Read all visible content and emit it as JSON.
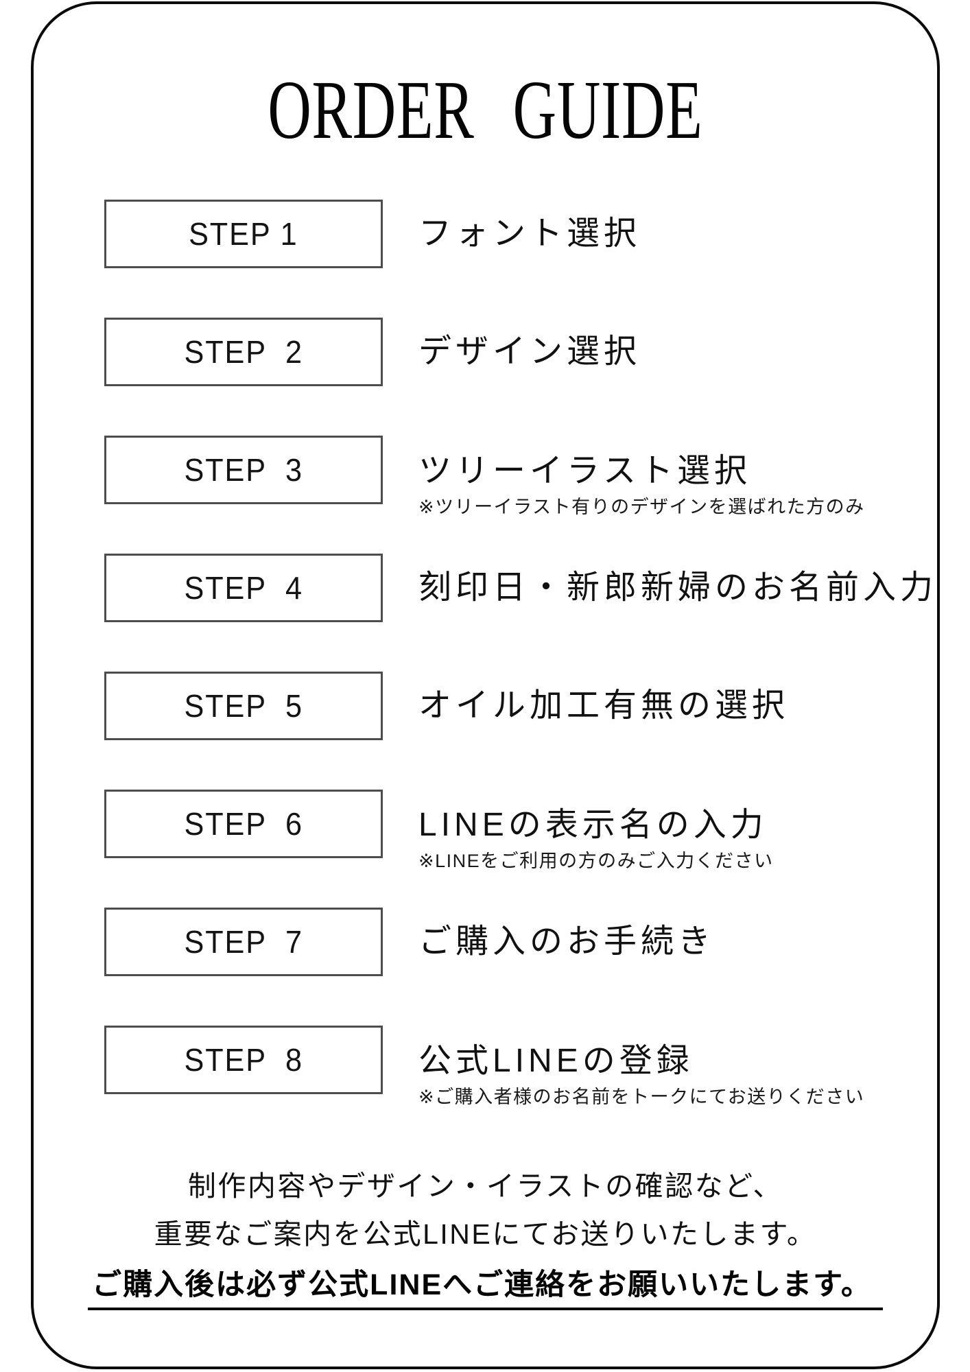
{
  "title": "ORDER GUIDE",
  "steps": [
    {
      "label": "STEP 1",
      "text": "フォント選択"
    },
    {
      "label": "STEP  2",
      "text": "デザイン選択"
    },
    {
      "label": "STEP  3",
      "text": "ツリーイラスト選択",
      "note": "※ツリーイラスト有りのデザインを選ばれた方のみ"
    },
    {
      "label": "STEP  4",
      "text": "刻印日・新郎新婦のお名前入力"
    },
    {
      "label": "STEP  5",
      "text": "オイル加工有無の選択"
    },
    {
      "label": "STEP  6",
      "text": "LINEの表示名の入力",
      "note": "※LINEをご利用の方のみご入力ください"
    },
    {
      "label": "STEP  7",
      "text": "ご購入のお手続き"
    },
    {
      "label": "STEP  8",
      "text": "公式LINEの登録",
      "note": "※ご購入者様のお名前をトークにてお送りください"
    }
  ],
  "footer": {
    "line1": "制作内容やデザイン・イラストの確認など、",
    "line2": "重要なご案内を公式LINEにてお送りいたします。",
    "line3": "ご購入後は必ず公式LINEへご連絡をお願いいたします。"
  },
  "colors": {
    "text": "#111111",
    "outer_border": "#0a0a0a",
    "box_border": "#4d4d4d",
    "background": "#ffffff"
  }
}
